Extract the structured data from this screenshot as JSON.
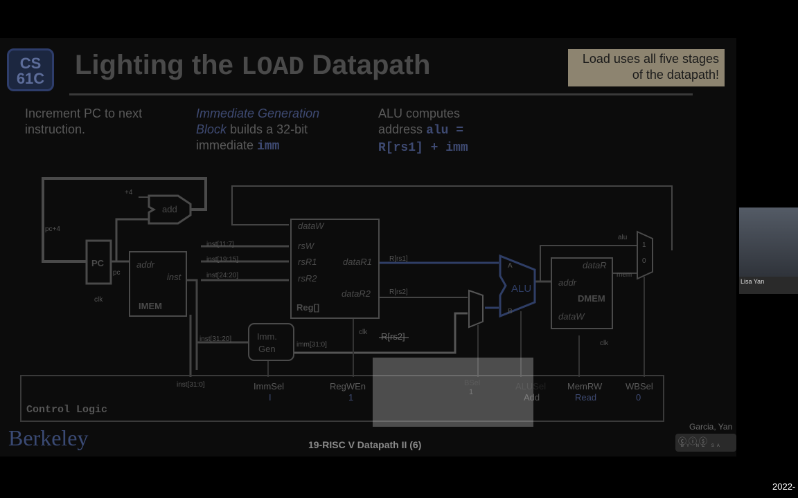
{
  "slide": {
    "logo": "CS 61C",
    "title_part1": "Lighting the",
    "title_mono": "LOAD",
    "title_part2": "Datapath",
    "callout": "Load uses all five stages of the datapath!",
    "note_pc": "Increment PC to next instruction.",
    "note_imm_italic": "Immediate Generation Block",
    "note_imm_text": "builds a 32-bit immediate",
    "note_imm_code": "imm",
    "note_alu_line1": "ALU computes",
    "note_alu_line2": "address",
    "note_alu_code1": "alu =",
    "note_alu_code2": "R[rs1] + imm"
  },
  "diagram": {
    "pc": "PC",
    "pc_out": "pc",
    "pc_plus4": "pc+4",
    "plus4": "+4",
    "add": "add",
    "clk": "clk",
    "addr": "addr",
    "inst": "inst",
    "imem": "IMEM",
    "dataW": "dataW",
    "rsW": "rsW",
    "rsR1": "rsR1",
    "rsR2": "rsR2",
    "dataR1": "dataR1",
    "dataR2": "dataR2",
    "reg": "Reg[]",
    "inst_11_7": "inst[11:7]",
    "inst_19_15": "inst[19:15]",
    "inst_24_20": "inst[24:20]",
    "inst_31_20": "inst[31:20]",
    "inst_31_0": "inst[31:0]",
    "r_rs1": "R[rs1]",
    "r_rs2": "R[rs2]",
    "r_rs2_b": "R[rs2]",
    "imm_gen_1": "Imm.",
    "imm_gen_2": "Gen",
    "imm_31_0": "imm[31:0]",
    "alu": "ALU",
    "a": "A",
    "b": "B",
    "dataR": "dataR",
    "daddr": "addr",
    "dmem": "DMEM",
    "ddataW": "dataW",
    "alu_in": "alu",
    "mem_in": "mem",
    "mux1": "1",
    "mux0": "0"
  },
  "control": {
    "title": "Control Logic",
    "signals": [
      {
        "name": "ImmSel",
        "value": "I"
      },
      {
        "name": "RegWEn",
        "value": "1"
      },
      {
        "name": "BSel",
        "value": "1"
      },
      {
        "name": "ALUSel",
        "value": "Add"
      },
      {
        "name": "MemRW",
        "value": "Read"
      },
      {
        "name": "WBSel",
        "value": "0"
      }
    ]
  },
  "footer": {
    "lecture": "19-RISC V Datapath II (6)",
    "institution": "Berkeley",
    "authors": "Garcia, Yan",
    "license": "BY NC SA"
  },
  "webcam": {
    "name": "Lisa Yan"
  },
  "clock": "2022-"
}
